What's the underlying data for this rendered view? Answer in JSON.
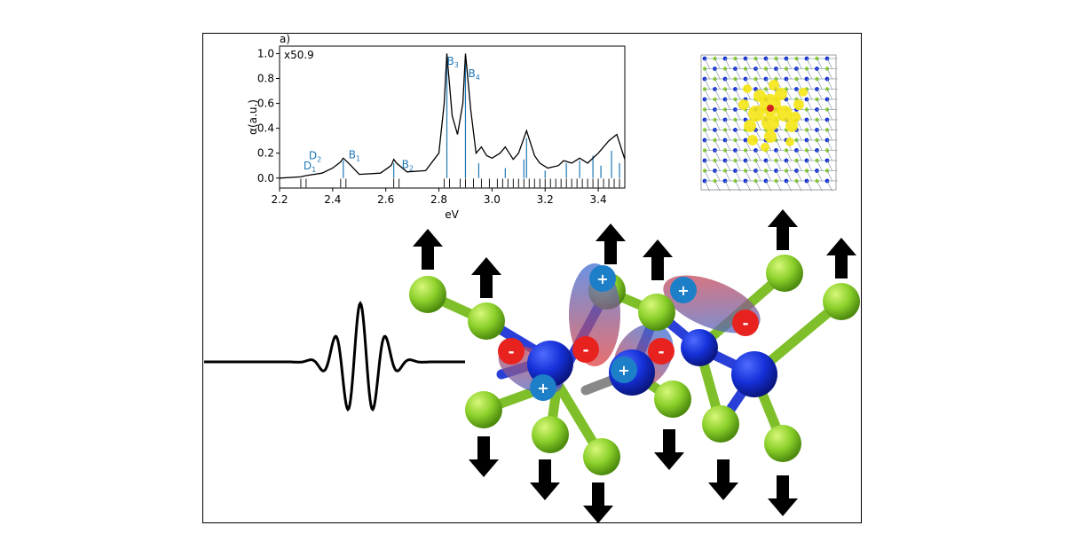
{
  "spectrum": {
    "panel_label": "a)",
    "scale_annotation": "x50.9",
    "xlabel": "eV",
    "ylabel": "α(a.u.)",
    "x_ticks": [
      "2.2",
      "2.4",
      "2.6",
      "2.8",
      "3.0",
      "3.2",
      "3.4"
    ],
    "y_ticks": [
      "0.0",
      "0.2",
      "0.4",
      "0.6",
      "0.8",
      "1.0"
    ],
    "peak_labels": [
      {
        "text": "D",
        "sub": "1",
        "x": 2.29,
        "y": 0.07
      },
      {
        "text": "D",
        "sub": "2",
        "x": 2.31,
        "y": 0.15
      },
      {
        "text": "B",
        "sub": "1",
        "x": 2.46,
        "y": 0.16
      },
      {
        "text": "B",
        "sub": "2",
        "x": 2.66,
        "y": 0.08
      },
      {
        "text": "B",
        "sub": "3",
        "x": 2.83,
        "y": 0.91
      },
      {
        "text": "B",
        "sub": "4",
        "x": 2.91,
        "y": 0.81
      }
    ]
  },
  "chart_data": {
    "type": "line",
    "xlabel": "eV",
    "ylabel": "α(a.u.)",
    "xlim": [
      2.2,
      3.5
    ],
    "ylim": [
      -0.08,
      1.06
    ],
    "annotation": "x50.9",
    "series": [
      {
        "x": [
          2.2,
          2.28,
          2.3,
          2.36,
          2.4,
          2.43,
          2.44,
          2.46,
          2.5,
          2.58,
          2.62,
          2.63,
          2.64,
          2.68,
          2.75,
          2.8,
          2.82,
          2.83,
          2.85,
          2.87,
          2.89,
          2.9,
          2.92,
          2.94,
          2.96,
          2.98,
          3.0,
          3.03,
          3.05,
          3.08,
          3.1,
          3.13,
          3.16,
          3.18,
          3.21,
          3.25,
          3.27,
          3.3,
          3.33,
          3.36,
          3.4,
          3.44,
          3.47,
          3.5
        ],
        "y": [
          0.0,
          0.01,
          0.02,
          0.04,
          0.08,
          0.13,
          0.16,
          0.12,
          0.03,
          0.04,
          0.1,
          0.15,
          0.12,
          0.05,
          0.06,
          0.2,
          0.6,
          1.0,
          0.5,
          0.35,
          0.6,
          1.0,
          0.55,
          0.2,
          0.25,
          0.18,
          0.16,
          0.2,
          0.25,
          0.15,
          0.2,
          0.38,
          0.18,
          0.12,
          0.08,
          0.1,
          0.14,
          0.12,
          0.16,
          0.12,
          0.2,
          0.3,
          0.35,
          0.15
        ]
      }
    ],
    "stick_lines": [
      {
        "x": 2.44,
        "y": 0.14
      },
      {
        "x": 2.63,
        "y": 0.12
      },
      {
        "x": 2.83,
        "y": 1.0
      },
      {
        "x": 2.9,
        "y": 0.98
      },
      {
        "x": 2.95,
        "y": 0.12
      },
      {
        "x": 3.05,
        "y": 0.08
      },
      {
        "x": 3.12,
        "y": 0.15
      },
      {
        "x": 3.13,
        "y": 0.32
      },
      {
        "x": 3.2,
        "y": 0.06
      },
      {
        "x": 3.28,
        "y": 0.12
      },
      {
        "x": 3.33,
        "y": 0.14
      },
      {
        "x": 3.38,
        "y": 0.18
      },
      {
        "x": 3.41,
        "y": 0.1
      },
      {
        "x": 3.45,
        "y": 0.22
      },
      {
        "x": 3.48,
        "y": 0.12
      }
    ],
    "rug": [
      2.28,
      2.3,
      2.43,
      2.45,
      2.63,
      2.65,
      2.82,
      2.84,
      2.88,
      2.9,
      2.93,
      2.96,
      2.99,
      3.02,
      3.04,
      3.06,
      3.08,
      3.1,
      3.12,
      3.14,
      3.16,
      3.18,
      3.2,
      3.22,
      3.24,
      3.26,
      3.28,
      3.3,
      3.32,
      3.34,
      3.36,
      3.38,
      3.4,
      3.42,
      3.44,
      3.46,
      3.48
    ]
  }
}
